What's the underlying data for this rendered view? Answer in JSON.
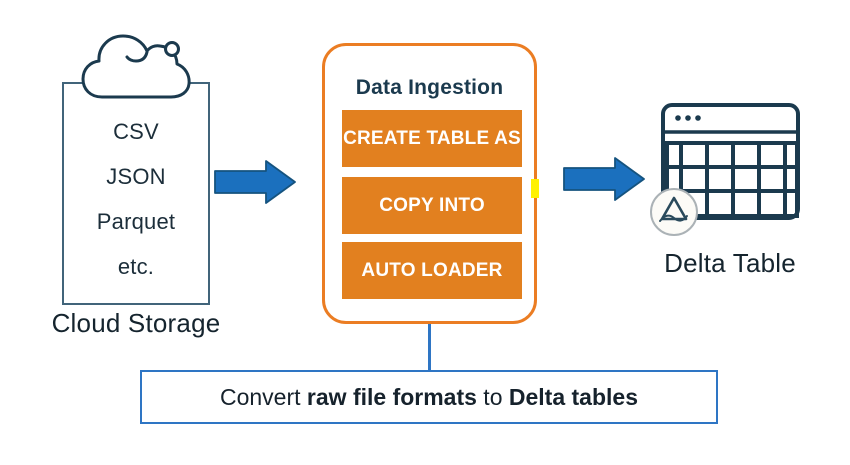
{
  "diagram": {
    "source": {
      "label": "Cloud Storage",
      "formats": [
        "CSV",
        "JSON",
        "Parquet",
        "etc."
      ]
    },
    "ingestion": {
      "title": "Data Ingestion",
      "methods": [
        "CREATE TABLE AS",
        "COPY INTO",
        "AUTO LOADER"
      ]
    },
    "target": {
      "label": "Delta Table"
    },
    "caption": {
      "part1": "Convert ",
      "bold1": "raw file formats",
      "part2": " to ",
      "bold2": "Delta tables"
    }
  },
  "icons": {
    "cloud": "cloud-icon",
    "delta_table": "table-window-grid-icon",
    "delta_badge": "delta-lake-logo-badge-icon",
    "flow_arrows": "block-arrow-right-icon",
    "highlight": "yellow-cursor-marker"
  },
  "colors": {
    "orange_fill": "#E2801F",
    "orange_border": "#EB7D23",
    "navy": "#1B3A4E",
    "text_dark": "#15242E",
    "arrow_blue": "#1B70BE",
    "arrow_outline": "#15537F",
    "connector_blue": "#2E75C4",
    "source_box_border": "#41647A",
    "marker_yellow": "#FFF104"
  }
}
